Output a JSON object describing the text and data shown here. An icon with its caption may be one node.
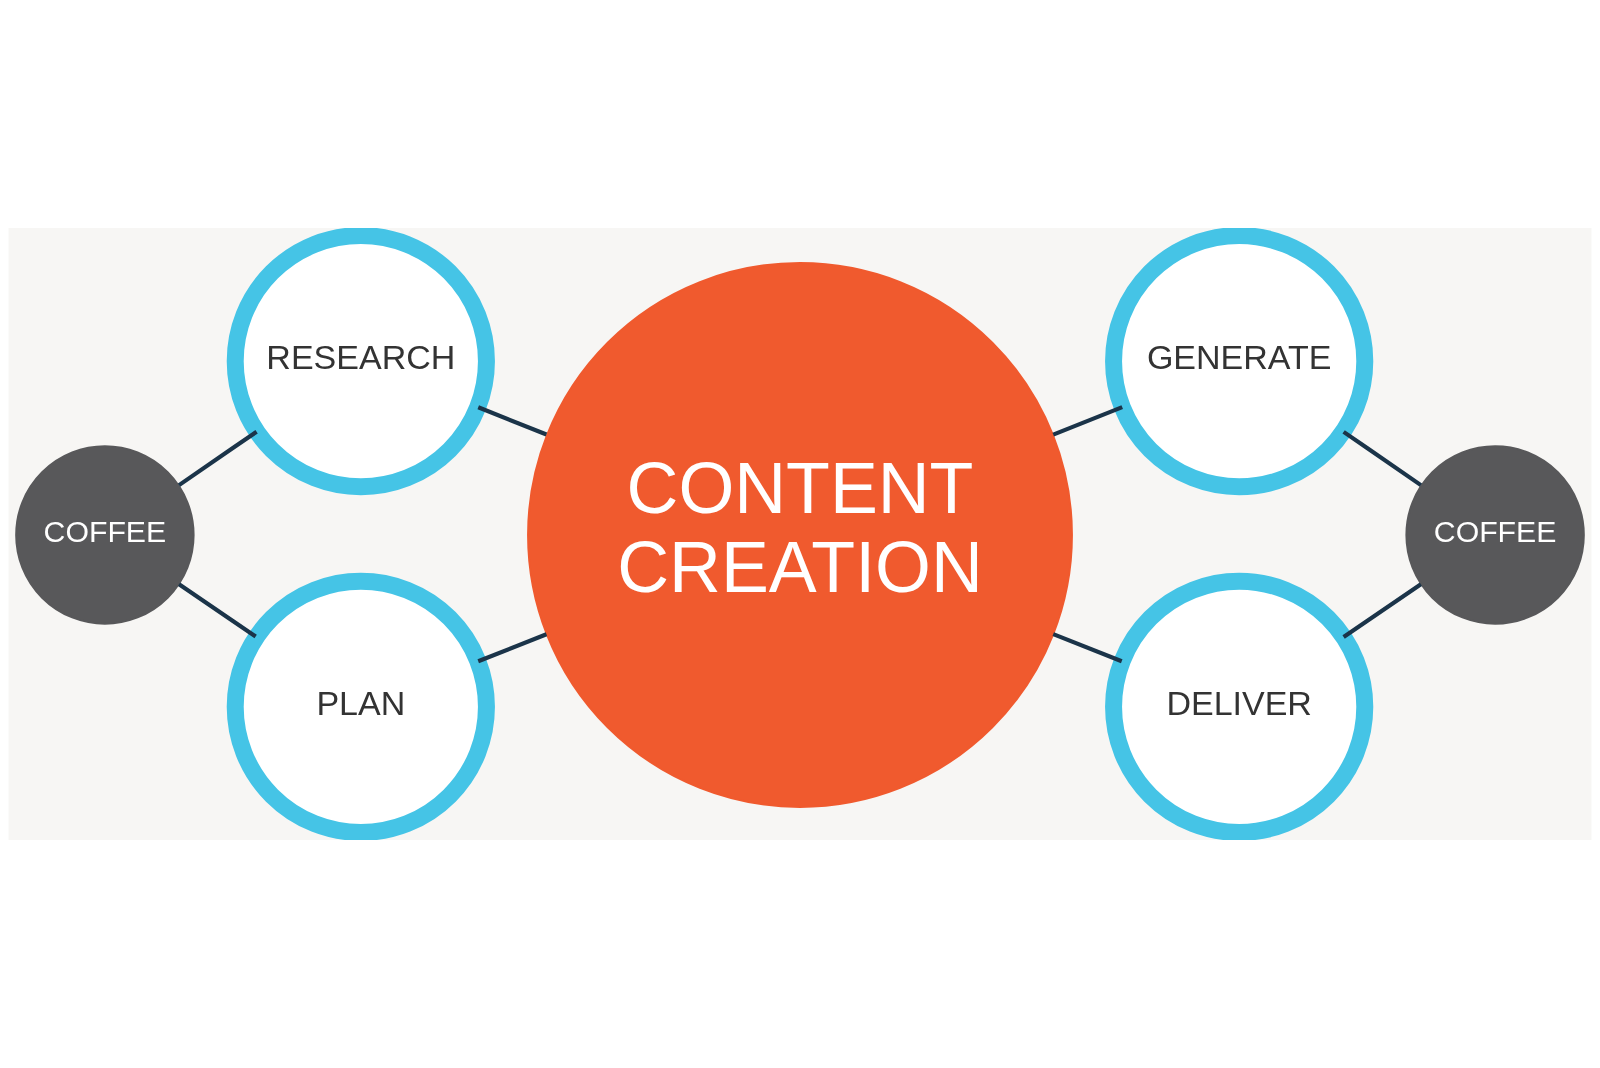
{
  "diagram": {
    "nodes": [
      {
        "text": [
          "RESEARCH"
        ]
      },
      {
        "text": [
          "GENERATE"
        ]
      },
      {
        "text": [
          "COFFEE"
        ]
      },
      {
        "text": [
          "CONTENT CREATION"
        ]
      },
      {
        "text": [
          "COFFEE"
        ]
      },
      {
        "text": [
          "PLAN"
        ]
      },
      {
        "text": [
          "DELIVER"
        ]
      }
    ],
    "edges": [
      {
        "from": 2,
        "to": 0,
        "arrow": "none"
      },
      {
        "from": 2,
        "to": 5,
        "arrow": "none"
      },
      {
        "from": 0,
        "to": 3,
        "arrow": "none"
      },
      {
        "from": 5,
        "to": 3,
        "arrow": "none"
      },
      {
        "from": 3,
        "to": 1,
        "arrow": "none"
      },
      {
        "from": 3,
        "to": 6,
        "arrow": "none"
      },
      {
        "from": 1,
        "to": 4,
        "arrow": "none"
      },
      {
        "from": 6,
        "to": 4,
        "arrow": "none"
      }
    ]
  }
}
